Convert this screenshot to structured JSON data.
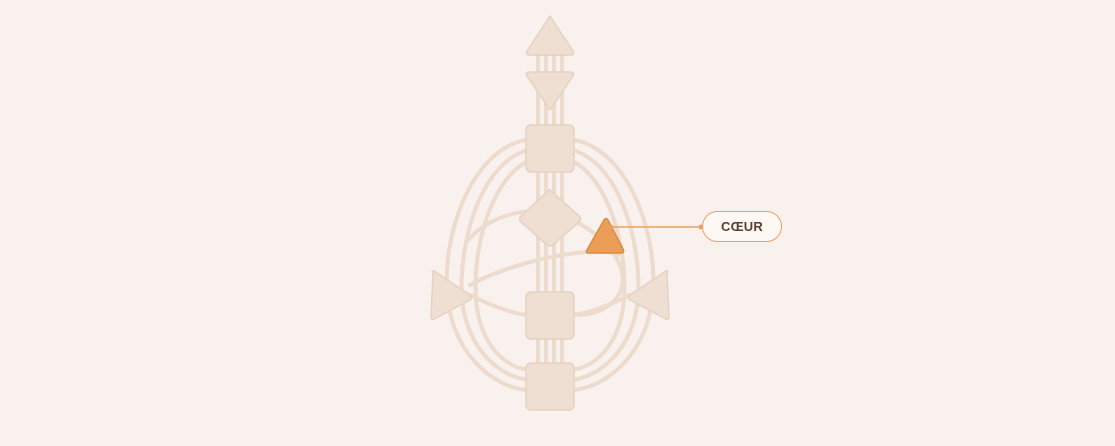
{
  "colors": {
    "background": "#f8f1ed",
    "channel": "#eddccd",
    "center_fill": "#efdfd2",
    "center_stroke": "#e6d2c2",
    "highlight_fill": "#ec9e59",
    "highlight_stroke": "#d98a44",
    "callout_line": "#e8a35f",
    "callout_text": "#5a3f33"
  },
  "centers": [
    {
      "id": "head",
      "shape": "triangle-up",
      "highlighted": false
    },
    {
      "id": "ajna",
      "shape": "triangle-down",
      "highlighted": false
    },
    {
      "id": "throat",
      "shape": "square",
      "highlighted": false
    },
    {
      "id": "g",
      "shape": "diamond",
      "highlighted": false
    },
    {
      "id": "heart",
      "shape": "triangle",
      "highlighted": true
    },
    {
      "id": "spleen",
      "shape": "triangle",
      "highlighted": false
    },
    {
      "id": "solar-plexus",
      "shape": "triangle",
      "highlighted": false
    },
    {
      "id": "sacral",
      "shape": "square",
      "highlighted": false
    },
    {
      "id": "root",
      "shape": "square",
      "highlighted": false
    }
  ],
  "callout": {
    "label": "CŒUR",
    "target": "heart"
  }
}
